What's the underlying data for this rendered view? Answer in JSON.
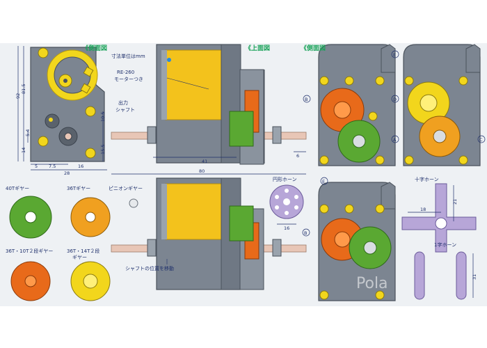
{
  "titles": {
    "side_left": "《側面図",
    "top": "《上面図",
    "side_right": "《側面図"
  },
  "notes": {
    "unit": "寸法単位はmm",
    "motor_line1": "RE-260",
    "motor_line2": "モーターつき",
    "shaft_line1": "出力",
    "shaft_line2": "シャフト",
    "shaft_move": "シャフトの位置を移動",
    "horn_round": "円形ホーン",
    "horn_cross": "十字ホーン",
    "horn_single": "1字ホーン",
    "watermark": "Pola"
  },
  "markers": {
    "A": "A",
    "B": "B",
    "C": "C",
    "D": "D",
    "E": "E"
  },
  "gear_legend": [
    {
      "mark": "A",
      "label": "40Tギヤー",
      "color": "#5aa832"
    },
    {
      "mark": "C",
      "label": "36Tギヤー",
      "color": "#f0a020"
    },
    {
      "mark": "E",
      "label": "ピニオンギヤー",
      "color": "#9aa3ad"
    },
    {
      "mark": "B",
      "label": "36T・10T２段ギヤー",
      "color": "#e86a1a"
    },
    {
      "mark": "D",
      "label": "36T・14T２段",
      "label2": "ギヤー",
      "color": "#f2d61c"
    }
  ],
  "dims": {
    "d81_5": "81.5",
    "d92": "92",
    "d14": "14",
    "d54": "5.4",
    "d5": "5",
    "d7_5": "7.5",
    "d16a": "16",
    "d28": "28",
    "d10_5": "10.5",
    "d15_5": "15.5",
    "d41": "41",
    "d80": "80",
    "d6": "6",
    "d16b": "16",
    "d18": "18",
    "d21": "21",
    "d31": "31"
  },
  "colors": {
    "body": "#7c8591",
    "motor": "#f3c21c",
    "gear_green": "#5aa832",
    "gear_orange": "#e86a1a",
    "gear_yellow": "#f2d61c",
    "gear_amber": "#f0a020",
    "horn": "#b7a6d8",
    "shaft": "#e8c6b6"
  }
}
